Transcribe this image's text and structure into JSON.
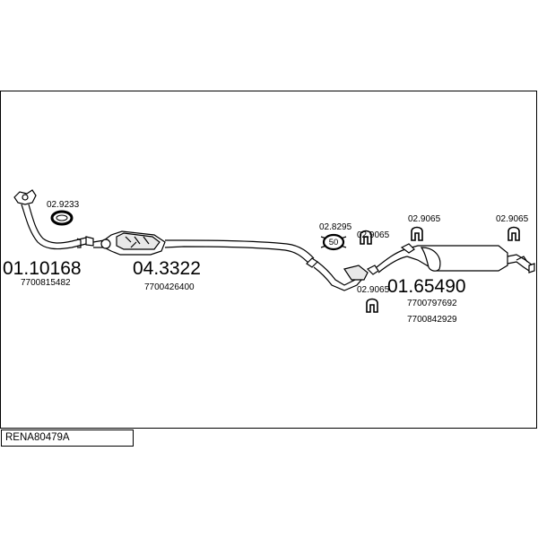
{
  "parts": {
    "p1_number": "01.10168",
    "p1_oe": "7700815482",
    "p1_gasket": "02.9233",
    "p2_number": "04.3322",
    "p2_oe": "7700426400",
    "p3_clamp": "02.8295",
    "p3_clamp_size": "50",
    "p4_hanger_a": "02.9065",
    "p4_hanger_b": "02.9065",
    "p4_hanger_c": "02.9065",
    "p4_hanger_d": "02.9065",
    "p5_number": "01.65490",
    "p5_oe_1": "7700797692",
    "p5_oe_2": "7700842929"
  },
  "reference": "RENA80479A"
}
